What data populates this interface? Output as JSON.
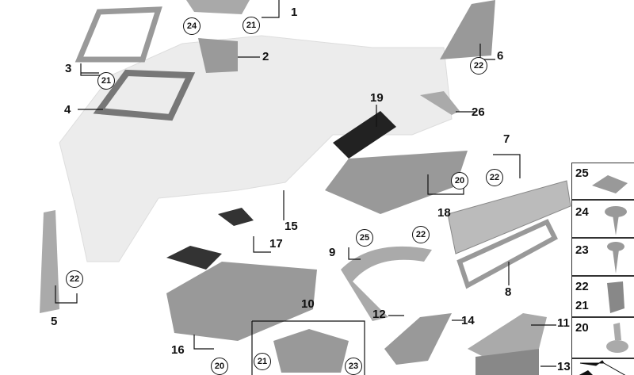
{
  "callouts": [
    "1",
    "2",
    "3",
    "4",
    "5",
    "6",
    "7",
    "8",
    "9",
    "10",
    "11",
    "12",
    "13",
    "14",
    "15",
    "16",
    "17",
    "18",
    "19",
    "26"
  ],
  "circled": {
    "c21a": "21",
    "c24": "24",
    "c21b": "21",
    "c22a": "22",
    "c22b": "22",
    "c22c": "22",
    "c20a": "20",
    "c25": "25",
    "c22d": "22",
    "c21c": "21",
    "c23": "23",
    "c20b": "20"
  },
  "fasteners": [
    {
      "label": "25",
      "icon": "clip-nut-icon"
    },
    {
      "label": "24",
      "icon": "collar-screw-icon"
    },
    {
      "label": "23",
      "icon": "tapping-screw-icon"
    },
    {
      "label": "22",
      "label2": "21",
      "icon": "expanding-clip-icon"
    },
    {
      "label": "20",
      "icon": "push-rivet-icon"
    }
  ],
  "colors": {
    "part": "#a9a9a9",
    "dash": "#ececec",
    "line": "#111111"
  }
}
